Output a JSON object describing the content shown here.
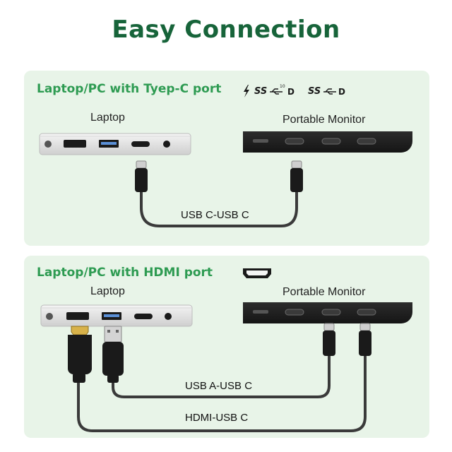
{
  "title": "Easy Connection",
  "section1": {
    "heading": "Laptop/PC with Tyep-C port",
    "laptop_label": "Laptop",
    "monitor_label": "Portable Monitor",
    "cable_label": "USB C-USB C",
    "port_icons": [
      "thunderbolt-icon",
      "ss-usb-10-displayport-icon",
      "ss-usb-displayport-icon"
    ],
    "ss_text": "SS",
    "ss10_sub": "10",
    "dp_text": "D"
  },
  "section2": {
    "heading": "Laptop/PC with HDMI port",
    "laptop_label": "Laptop",
    "monitor_label": "Portable Monitor",
    "cable1_label": "USB A-USB C",
    "cable2_label": "HDMI-USB C",
    "port_icons": [
      "hdmi-port-icon"
    ]
  },
  "colors": {
    "title": "#17643a",
    "heading": "#2e9b52",
    "panel": "#e8f4e8",
    "cable": "#3a3a3a",
    "monitor": "#1e1e1e",
    "laptop": "#e4e4e4"
  }
}
